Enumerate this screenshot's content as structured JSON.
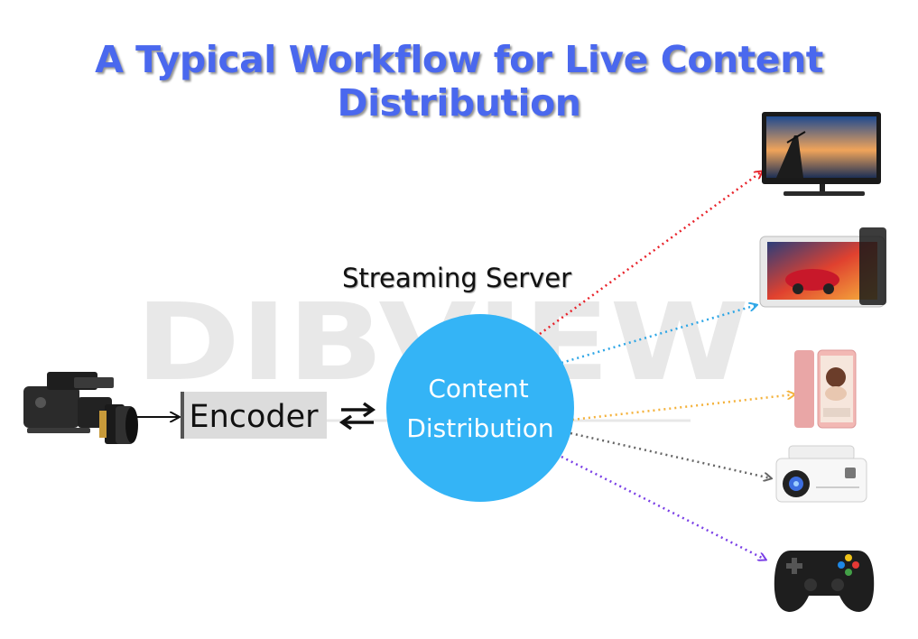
{
  "title": "A Typical Workflow for Live Content Distribution",
  "nodes": {
    "server_label": "Streaming Server",
    "distribution_line1": "Content",
    "distribution_line2": "Distribution",
    "encoder": "Encoder"
  },
  "watermark": "DIBVIEW",
  "colors": {
    "title": "#4a68ee",
    "circle": "#34b4f6",
    "encoder_box": "#dcdcdc",
    "links": [
      "#e8232b",
      "#2ea6e6",
      "#f4b23c",
      "#666666",
      "#7a3fe6"
    ]
  },
  "devices": [
    "monitor-icon",
    "tablet-icon",
    "smartphone-icon",
    "projector-icon",
    "gamepad-icon"
  ]
}
